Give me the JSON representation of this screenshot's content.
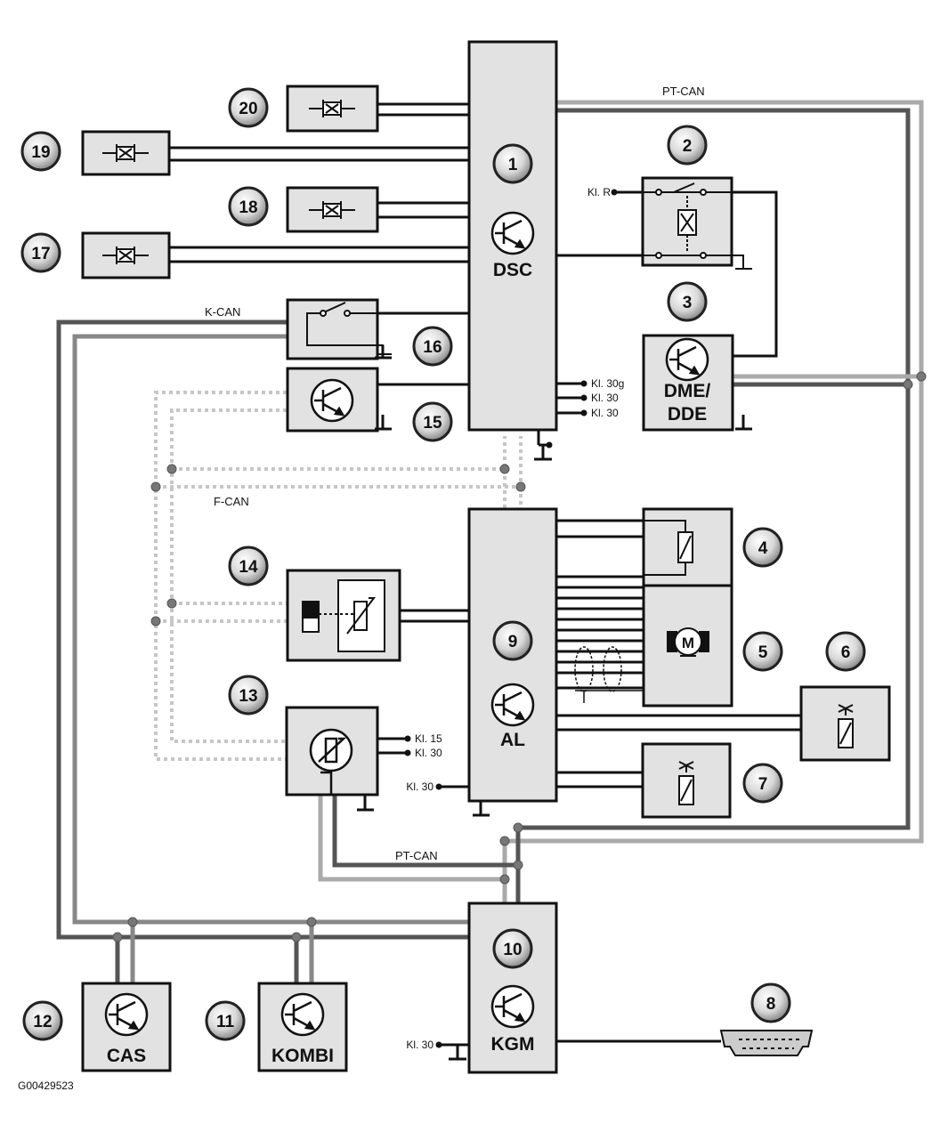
{
  "modules": {
    "dsc": "DSC",
    "dme": "DME/",
    "dde": "DDE",
    "al": "AL",
    "kgm": "KGM",
    "cas": "CAS",
    "kombi": "KOMBI"
  },
  "buses": {
    "pt_can_top": "PT-CAN",
    "pt_can_bottom": "PT-CAN",
    "k_can": "K-CAN",
    "f_can": "F-CAN"
  },
  "terminals": {
    "kl_r": "Kl. R",
    "kl_30g": "Kl. 30g",
    "kl_30_a": "Kl. 30",
    "kl_30_b": "Kl. 30",
    "kl_15_sensor": "Kl. 15",
    "kl_30_sensor": "Kl. 30",
    "kl_30_al": "Kl. 30",
    "kl_30_kgm": "Kl. 30"
  },
  "callouts": [
    "1",
    "2",
    "3",
    "4",
    "5",
    "6",
    "7",
    "8",
    "9",
    "10",
    "11",
    "12",
    "13",
    "14",
    "15",
    "16",
    "17",
    "18",
    "19",
    "20"
  ],
  "figure_code": "G00429523"
}
